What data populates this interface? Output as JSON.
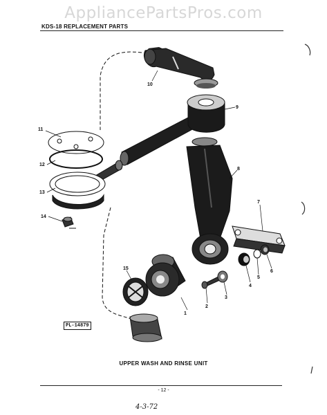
{
  "watermark": "AppliancePartsPros.com",
  "header": {
    "title": "KDS-18 REPLACEMENT PARTS"
  },
  "callouts": [
    "1",
    "2",
    "3",
    "4",
    "5",
    "6",
    "7",
    "8",
    "9",
    "10",
    "11",
    "12",
    "13",
    "14",
    "15"
  ],
  "plate_label": "PL-14879",
  "caption": "UPPER WASH AND RINSE UNIT",
  "page_number": "- 12 -",
  "handwritten_note": "4-3-72"
}
